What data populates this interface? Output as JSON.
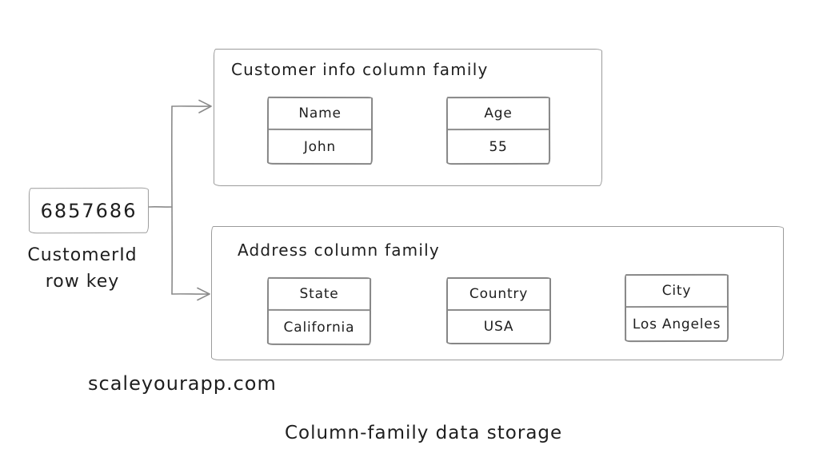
{
  "colors": {
    "background": "#ffffff",
    "container_stroke": "#9b9b9b",
    "card_stroke": "#868686",
    "connector_stroke": "#8a8a8a",
    "text": "#1e1e1e"
  },
  "row_key": {
    "value": "6857686",
    "label_line1": "CustomerId",
    "label_line2": "row key"
  },
  "families": [
    {
      "title": "Customer info column family",
      "columns": [
        {
          "name": "Name",
          "value": "John"
        },
        {
          "name": "Age",
          "value": "55"
        }
      ]
    },
    {
      "title": "Address column family",
      "columns": [
        {
          "name": "State",
          "value": "California"
        },
        {
          "name": "Country",
          "value": "USA"
        },
        {
          "name": "City",
          "value": "Los Angeles"
        }
      ]
    }
  ],
  "watermark": "scaleyourapp.com",
  "caption": "Column-family data storage"
}
